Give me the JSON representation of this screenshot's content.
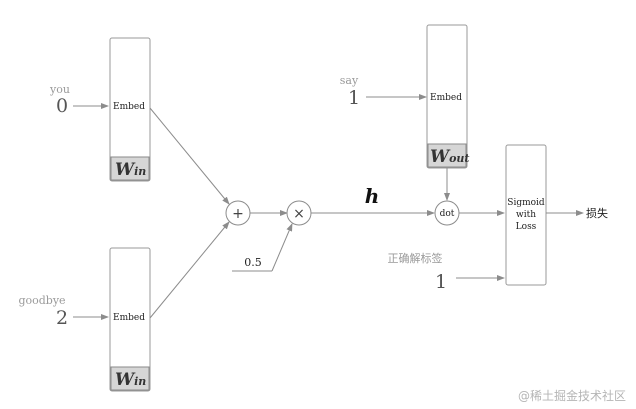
{
  "inputs": {
    "top": {
      "word": "you",
      "index": "0"
    },
    "bottom": {
      "word": "goodbye",
      "index": "2"
    },
    "target": {
      "word": "say",
      "index": "1"
    }
  },
  "boxes": {
    "embed_label": "Embed",
    "w_in_main": "W",
    "w_in_sub": "in",
    "w_out_main": "W",
    "w_out_sub": "out",
    "sigmoid_lines": [
      "Sigmoid",
      "with",
      "Loss"
    ]
  },
  "nodes": {
    "plus": "+",
    "times": "×",
    "dot": "dot",
    "half": "0.5"
  },
  "labels": {
    "h": "h",
    "correct_label_caption": "正确解标签",
    "correct_label_value": "1",
    "loss": "损失"
  },
  "watermark": "@稀土掘金技术社区"
}
